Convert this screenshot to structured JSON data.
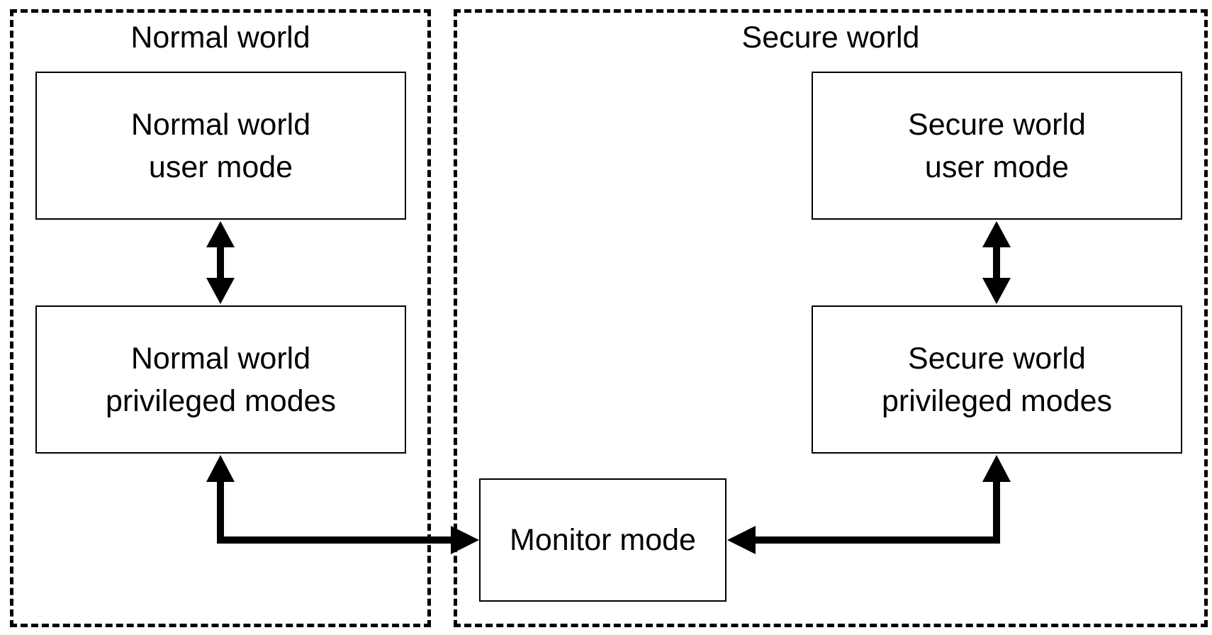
{
  "regions": {
    "normal": {
      "title": "Normal world"
    },
    "secure": {
      "title": "Secure world"
    }
  },
  "boxes": {
    "normal_user": {
      "line1": "Normal world",
      "line2": "user mode"
    },
    "normal_priv": {
      "line1": "Normal world",
      "line2": "privileged modes"
    },
    "secure_user": {
      "line1": "Secure world",
      "line2": "user mode"
    },
    "secure_priv": {
      "line1": "Secure world",
      "line2": "privileged modes"
    },
    "monitor": {
      "label": "Monitor mode"
    }
  },
  "colors": {
    "stroke": "#000000",
    "background": "#ffffff"
  }
}
